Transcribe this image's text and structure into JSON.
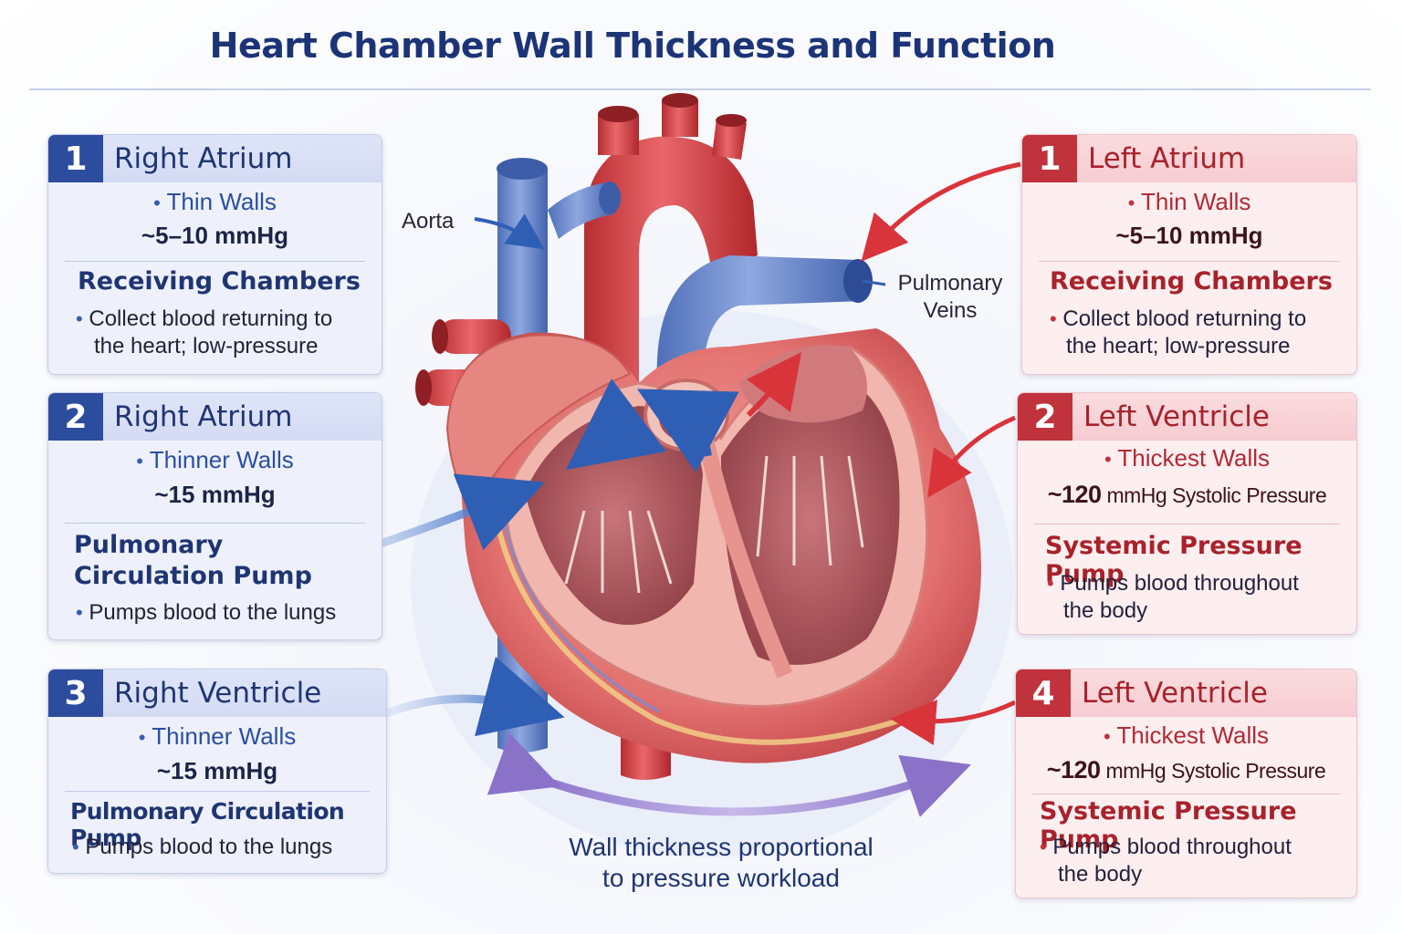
{
  "title": "Heart Chamber Wall Thickness and Function",
  "labels": {
    "aorta": "Aorta",
    "pulmonary_veins_1": "Pulmonary",
    "pulmonary_veins_2": "Veins"
  },
  "caption": {
    "line1": "Wall thickness proportional",
    "line2": "to pressure workload"
  },
  "left_cards": [
    {
      "number": "1",
      "name": "Right Atrium",
      "wall": "Thin Walls",
      "pressure": "~5–10 mmHg",
      "role": "Receiving Chambers",
      "desc1": "Collect blood returning to",
      "desc2": "the heart; low-pressure"
    },
    {
      "number": "2",
      "name": "Right Atrium",
      "wall": "Thinner Walls",
      "pressure": "~15 mmHg",
      "role1": "Pulmonary",
      "role2": "Circulation Pump",
      "desc1": "Pumps blood to the lungs"
    },
    {
      "number": "3",
      "name": "Right Ventricle",
      "wall": "Thinner Walls",
      "pressure": "~15 mmHg",
      "role": "Pulmonary Circulation Pump",
      "desc1": "Pumps blood to the lungs"
    }
  ],
  "right_cards": [
    {
      "number": "1",
      "name": "Left Atrium",
      "wall": "Thin Walls",
      "pressure": "~5–10 mmHg",
      "role": "Receiving Chambers",
      "desc1": "Collect blood returning to",
      "desc2": "the heart; low-pressure"
    },
    {
      "number": "2",
      "name": "Left Ventricle",
      "wall": "Thickest Walls",
      "pressure_value": "~120",
      "pressure_unit": "mmHg Systolic Pressure",
      "role": "Systemic Pressure Pump",
      "desc1": "Pumps blood throughout",
      "desc2": "the body"
    },
    {
      "number": "4",
      "name": "Left Ventricle",
      "wall": "Thickest Walls",
      "pressure_value": "~120",
      "pressure_unit": "mmHg Systolic Pressure",
      "role": "Systemic Pressure Pump",
      "desc1": "Pumps blood throughout",
      "desc2": "the body"
    }
  ],
  "colors": {
    "blue_accent": "#2c4c9e",
    "red_accent": "#c0323c",
    "title": "#1c3477"
  }
}
